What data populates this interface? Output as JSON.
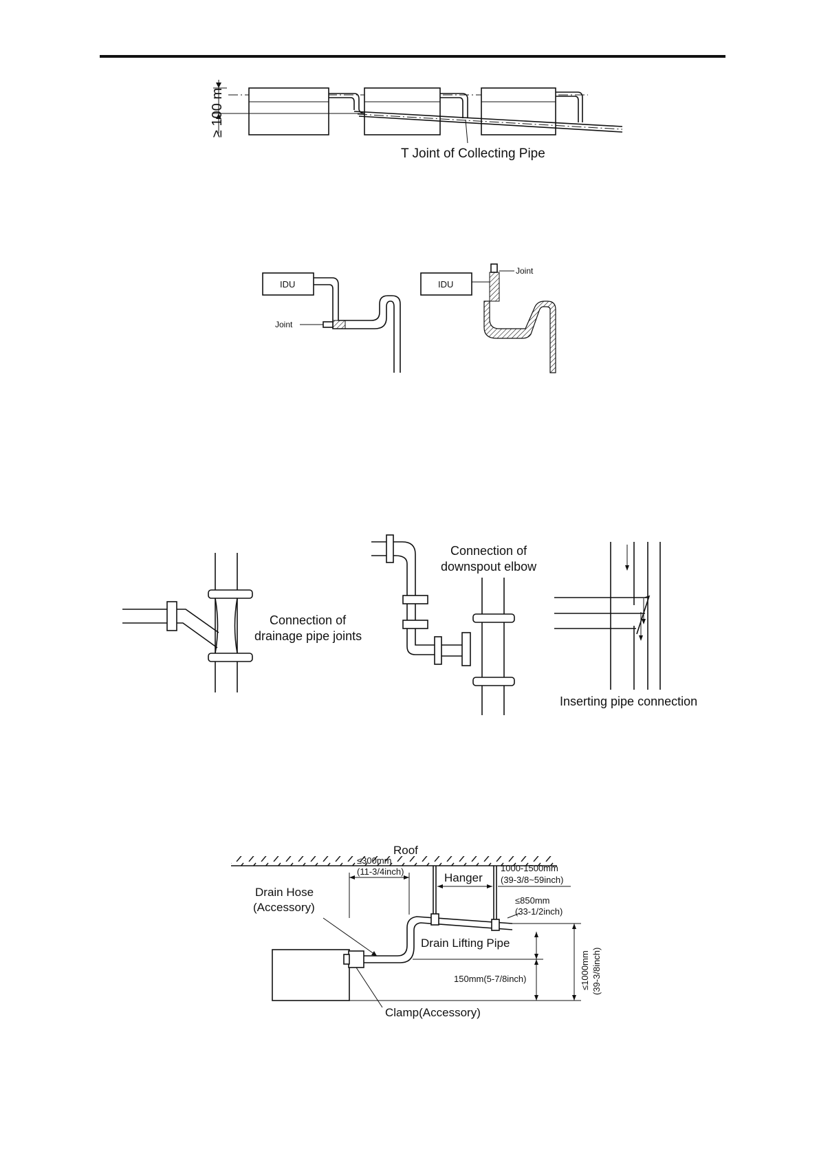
{
  "fig1": {
    "height_label": "≥ 100 m",
    "t_joint_label": "T Joint of Collecting Pipe"
  },
  "fig2": {
    "left_idu": "IDU",
    "left_joint": "Joint",
    "right_idu": "IDU",
    "right_joint": "Joint"
  },
  "fig3": {
    "joints_line1": "Connection of",
    "joints_line2": "drainage pipe joints",
    "elbow_line1": "Connection of",
    "elbow_line2": "downspout elbow",
    "insert_label": "Inserting pipe connection"
  },
  "fig4": {
    "roof": "Roof",
    "dim_300_1": "≤300mm",
    "dim_300_2": "(11-3/4inch)",
    "hanger": "Hanger",
    "dim_1000_1500_1": "1000-1500mm",
    "dim_1000_1500_2": "(39-3/8~59inch)",
    "dim_850_1": "≤850mm",
    "dim_850_2": "(33-1/2inch)",
    "drain_hose_1": "Drain Hose",
    "drain_hose_2": "(Accessory)",
    "lifting_pipe": "Drain Lifting Pipe",
    "dim_150": "150mm(5-7/8inch)",
    "dim_1000_1": "≤1000mm",
    "dim_1000_2": "(39-3/8inch)",
    "clamp": "Clamp(Accessory)"
  }
}
